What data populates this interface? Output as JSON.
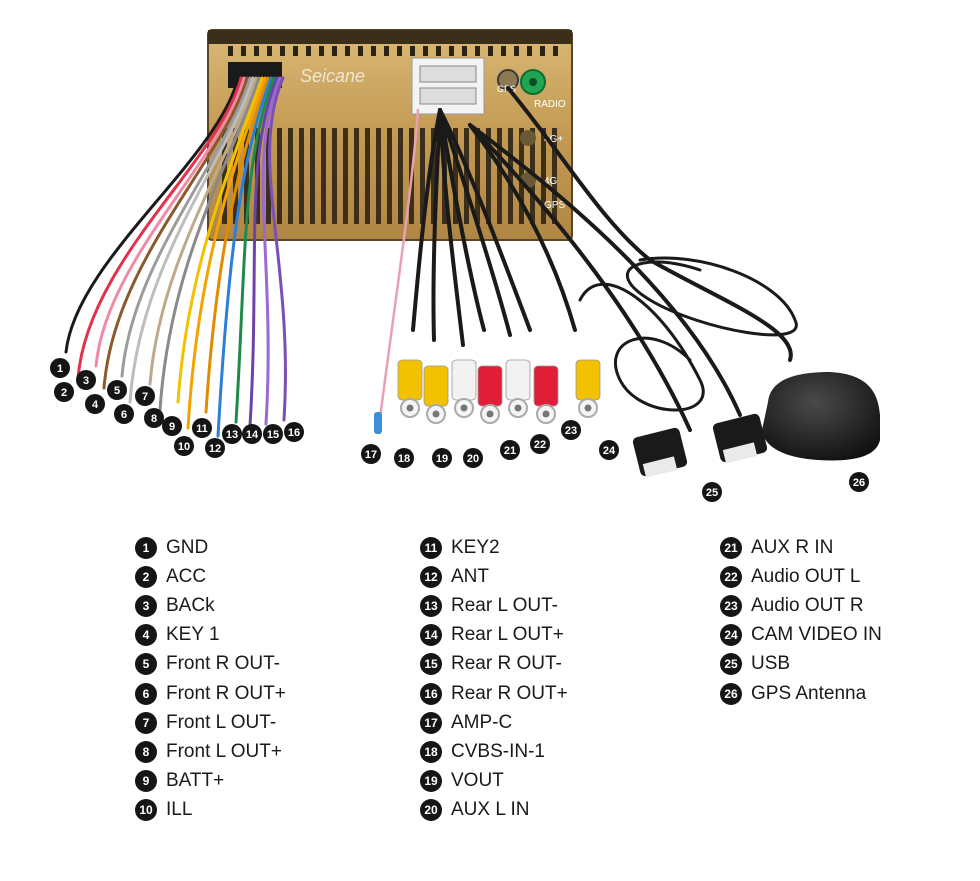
{
  "unit": {
    "brand_label": "Seicane",
    "port_labels": [
      "GPS",
      "RADIO",
      "4G+",
      "4G",
      "GPS"
    ]
  },
  "legend": [
    {
      "num": "1",
      "label": "GND"
    },
    {
      "num": "2",
      "label": "ACC"
    },
    {
      "num": "3",
      "label": "BACk"
    },
    {
      "num": "4",
      "label": "KEY 1"
    },
    {
      "num": "5",
      "label": "Front R OUT-"
    },
    {
      "num": "6",
      "label": "Front R OUT+"
    },
    {
      "num": "7",
      "label": "Front L OUT-"
    },
    {
      "num": "8",
      "label": "Front L OUT+"
    },
    {
      "num": "9",
      "label": "BATT+"
    },
    {
      "num": "10",
      "label": "ILL"
    },
    {
      "num": "11",
      "label": "KEY2"
    },
    {
      "num": "12",
      "label": "ANT"
    },
    {
      "num": "13",
      "label": "Rear L OUT-"
    },
    {
      "num": "14",
      "label": "Rear L OUT+"
    },
    {
      "num": "15",
      "label": "Rear R OUT-"
    },
    {
      "num": "16",
      "label": "Rear R OUT+"
    },
    {
      "num": "17",
      "label": "AMP-C"
    },
    {
      "num": "18",
      "label": "CVBS-IN-1"
    },
    {
      "num": "19",
      "label": "VOUT"
    },
    {
      "num": "20",
      "label": "AUX L IN"
    },
    {
      "num": "21",
      "label": "AUX R IN"
    },
    {
      "num": "22",
      "label": "Audio OUT L"
    },
    {
      "num": "23",
      "label": "Audio OUT R"
    },
    {
      "num": "24",
      "label": "CAM VIDEO IN"
    },
    {
      "num": "25",
      "label": "USB"
    },
    {
      "num": "26",
      "label": "GPS Antenna"
    }
  ],
  "colors": {
    "unit_body": "#c9a45e",
    "unit_dark": "#3b2f1c",
    "badge": "#151515",
    "rca_yellow": "#f2c200",
    "rca_red": "#e01e37",
    "rca_white": "#f2f2f2",
    "gps_port": "#21a552"
  }
}
